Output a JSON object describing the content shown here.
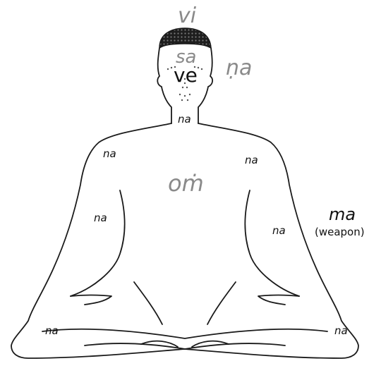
{
  "labels": {
    "vi": "vi",
    "sa": "sa",
    "ve": "ve",
    "na_head": "ṇa",
    "na_throat": "na",
    "na_left_shoulder": "na",
    "na_right_shoulder": "na",
    "om": "oṁ",
    "na_left_arm": "na",
    "na_right_arm": "na",
    "ma": "ma",
    "weapon": "(weapon)",
    "na_left_knee": "na",
    "na_right_knee": "na"
  },
  "colors": {
    "grey_text": "#8a8a8a",
    "dark_text": "#111111",
    "outline": "#1a1a1a",
    "hair": "#222222"
  }
}
